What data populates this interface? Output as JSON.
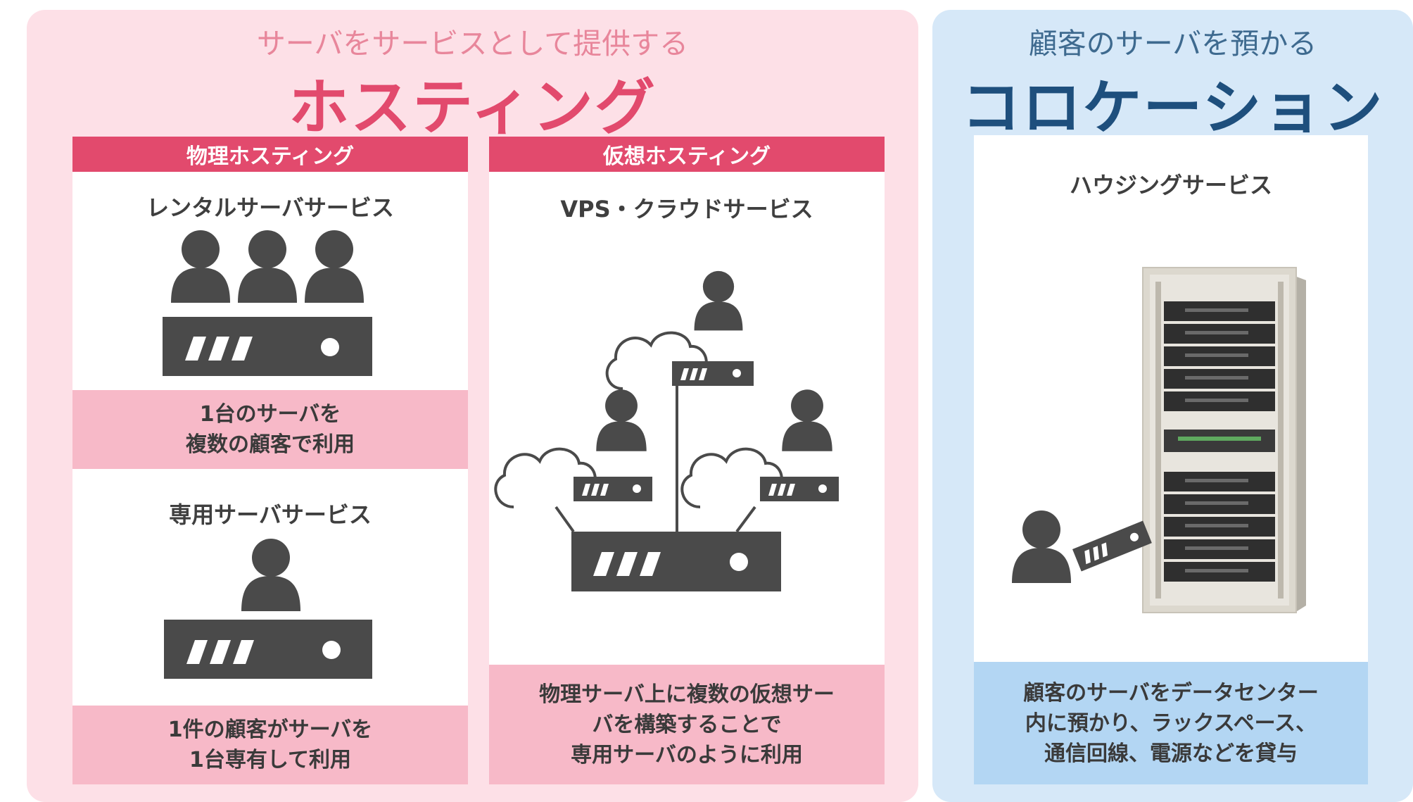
{
  "hosting": {
    "subtitle": "サーバをサービスとして提供する",
    "title": "ホスティング",
    "physical": {
      "header": "物理ホスティング",
      "rental_title": "レンタルサーバサービス",
      "rental_desc": [
        "1台のサーバを",
        "複数の顧客で利用"
      ],
      "dedicated_title": "専用サーバサービス",
      "dedicated_desc": [
        "1件の顧客がサーバを",
        "1台専有して利用"
      ]
    },
    "virtual": {
      "header": "仮想ホスティング",
      "vps_title": "VPS・クラウドサービス",
      "vps_desc": [
        "物理サーバ上に複数の仮想サー",
        "バを構築することで",
        "専用サーバのように利用"
      ]
    }
  },
  "colocation": {
    "subtitle": "顧客のサーバを預かる",
    "title": "コロケーション",
    "housing_title": "ハウジングサービス",
    "housing_desc": [
      "顧客のサーバをデータセンター",
      "内に預かり、ラックスペース、",
      "通信回線、電源などを貸与"
    ]
  },
  "icons": [
    "user-icon",
    "server-icon",
    "cloud-icon",
    "server-rack-icon"
  ],
  "colors": {
    "hosting_accent": "#e24a6d",
    "hosting_bg": "#fde0e7",
    "hosting_desc_bg": "#f7b9c8",
    "colocation_accent": "#1e4f7d",
    "colocation_bg": "#d6e8f8",
    "colocation_desc_bg": "#b3d6f3",
    "icon": "#4a4a4a"
  }
}
